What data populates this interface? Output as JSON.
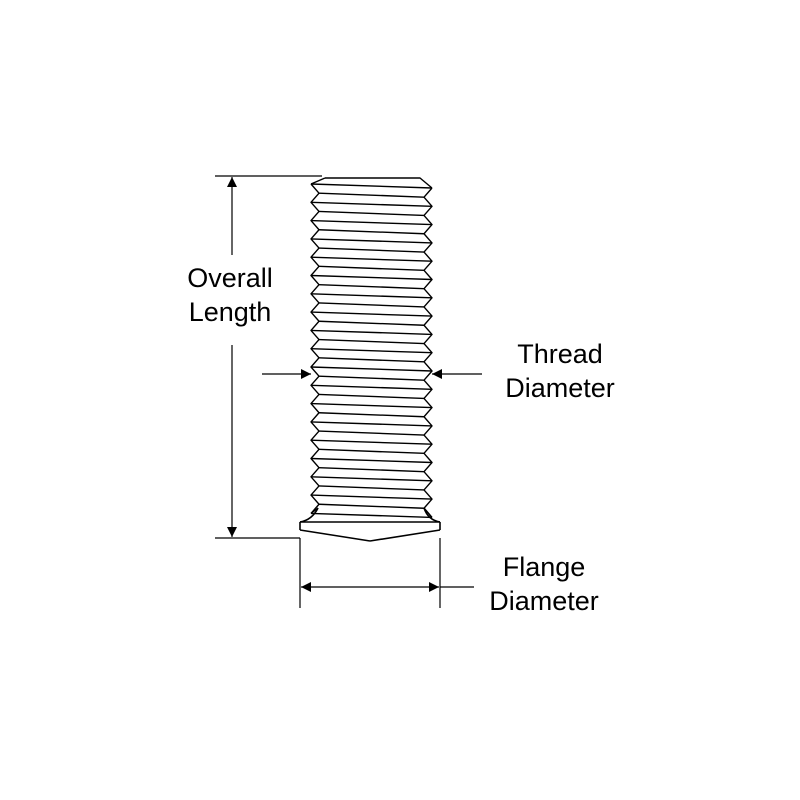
{
  "labels": {
    "overall_length": {
      "line1": "Overall",
      "line2": "Length"
    },
    "thread_diameter": {
      "line1": "Thread",
      "line2": "Diameter"
    },
    "flange_diameter": {
      "line1": "Flange",
      "line2": "Diameter"
    }
  },
  "colors": {
    "stroke": "#000000",
    "background": "#ffffff"
  }
}
